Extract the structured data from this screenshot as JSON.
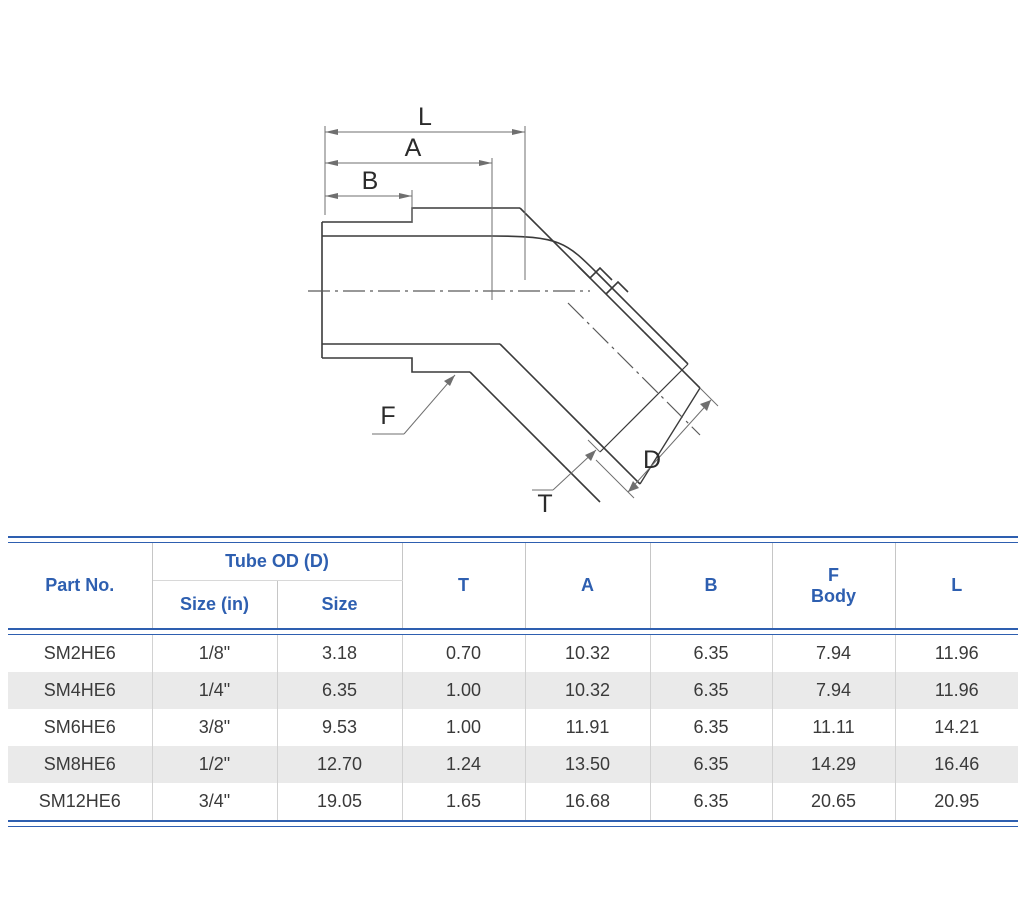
{
  "drawing": {
    "title": "45 degree elbow fitting cross-section drawing",
    "dimension_labels": [
      {
        "key": "L",
        "text": "L"
      },
      {
        "key": "A",
        "text": "A"
      },
      {
        "key": "B",
        "text": "B"
      },
      {
        "key": "F",
        "text": "F"
      },
      {
        "key": "D",
        "text": "D"
      },
      {
        "key": "T",
        "text": "T"
      }
    ],
    "line_color": "#3a3a3a"
  },
  "table": {
    "accent_color": "#2e5fb0",
    "stripe_color": "#eaeaea",
    "header": {
      "part_no": "Part No.",
      "tube_od_group": "Tube OD (D)",
      "size_in": "Size (in)",
      "size_mm": "Size",
      "t": "T",
      "a": "A",
      "b": "B",
      "f_line1": "F",
      "f_line2": "Body",
      "l": "L"
    },
    "rows": [
      {
        "part": "SM2HE6",
        "size_in": "1/8\"",
        "size_mm": "3.18",
        "t": "0.70",
        "a": "10.32",
        "b": "6.35",
        "f": "7.94",
        "l": "11.96"
      },
      {
        "part": "SM4HE6",
        "size_in": "1/4\"",
        "size_mm": "6.35",
        "t": "1.00",
        "a": "10.32",
        "b": "6.35",
        "f": "7.94",
        "l": "11.96"
      },
      {
        "part": "SM6HE6",
        "size_in": "3/8\"",
        "size_mm": "9.53",
        "t": "1.00",
        "a": "11.91",
        "b": "6.35",
        "f": "11.11",
        "l": "14.21"
      },
      {
        "part": "SM8HE6",
        "size_in": "1/2\"",
        "size_mm": "12.70",
        "t": "1.24",
        "a": "13.50",
        "b": "6.35",
        "f": "14.29",
        "l": "16.46"
      },
      {
        "part": "SM12HE6",
        "size_in": "3/4\"",
        "size_mm": "19.05",
        "t": "1.65",
        "a": "16.68",
        "b": "6.35",
        "f": "20.65",
        "l": "20.95"
      }
    ]
  }
}
